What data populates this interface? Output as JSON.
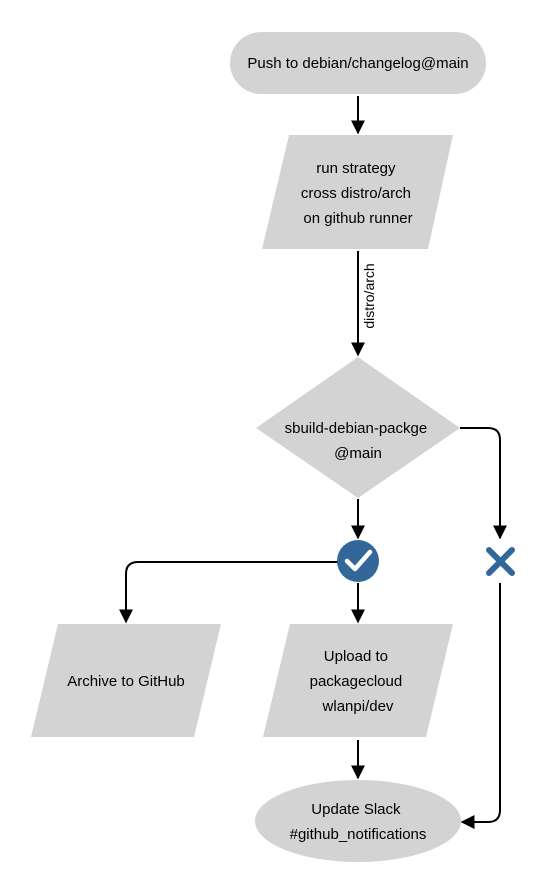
{
  "nodes": {
    "push": {
      "lines": [
        "Push to debian/changelog@main"
      ]
    },
    "strategy": {
      "lines": [
        "run strategy",
        "cross distro/arch",
        "on github runner"
      ]
    },
    "sbuild": {
      "lines": [
        "sbuild-debian-packge",
        "@main"
      ]
    },
    "archive": {
      "lines": [
        "Archive to GitHub"
      ]
    },
    "upload": {
      "lines": [
        "Upload to",
        "packagecloud",
        "wlanpi/dev"
      ]
    },
    "slack": {
      "lines": [
        "Update Slack",
        "#github_notifications"
      ]
    }
  },
  "edges": {
    "strategy_to_sbuild_label": "distro/arch"
  },
  "icons": {
    "success": "check-circle-icon",
    "failure": "x-mark-icon"
  },
  "colors": {
    "shape_fill": "#d3d3d3",
    "icon_blue": "#336699",
    "line": "#000000"
  }
}
